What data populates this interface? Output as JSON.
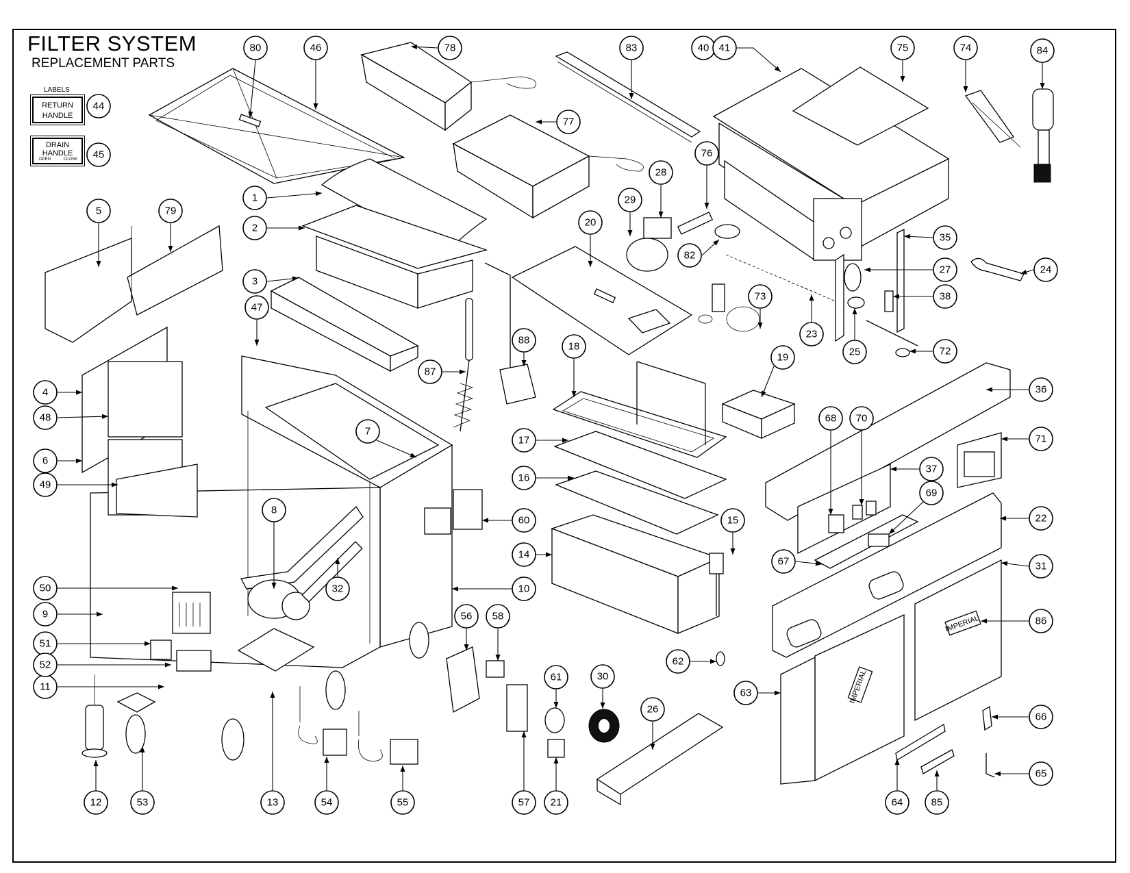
{
  "title": "FILTER SYSTEM",
  "subtitle": "REPLACEMENT PARTS",
  "labels_heading": "LABELS",
  "label_return": {
    "line1": "RETURN",
    "line2": "HANDLE"
  },
  "label_drain": {
    "line1": "DRAIN",
    "line2": "HANDLE",
    "open": "OPEN",
    "close": "CLOSE"
  },
  "brand": "IMPERIAL",
  "callouts": [
    "1",
    "2",
    "3",
    "4",
    "5",
    "6",
    "7",
    "8",
    "9",
    "10",
    "11",
    "12",
    "13",
    "14",
    "15",
    "16",
    "17",
    "18",
    "19",
    "20",
    "21",
    "22",
    "23",
    "24",
    "25",
    "26",
    "27",
    "28",
    "29",
    "30",
    "31",
    "32",
    "35",
    "36",
    "37",
    "38",
    "40",
    "41",
    "44",
    "45",
    "46",
    "47",
    "48",
    "49",
    "50",
    "51",
    "52",
    "53",
    "54",
    "55",
    "56",
    "57",
    "58",
    "60",
    "61",
    "62",
    "63",
    "64",
    "65",
    "66",
    "67",
    "68",
    "69",
    "70",
    "71",
    "72",
    "73",
    "74",
    "75",
    "76",
    "77",
    "78",
    "79",
    "80",
    "82",
    "83",
    "84",
    "85",
    "86",
    "87",
    "88"
  ]
}
